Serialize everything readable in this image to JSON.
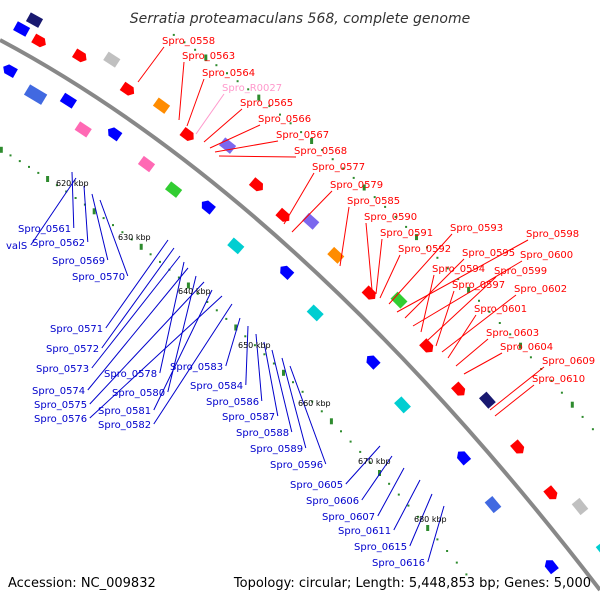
{
  "title": "Serratia proteamaculans 568, complete genome",
  "footer": {
    "accession": "Accession: NC_009832",
    "summary": "Topology: circular; Length: 5,448,853 bp; Genes: 5,000"
  },
  "colors": {
    "backbone": "#888888",
    "forward_label": "#ff0000",
    "reverse_label": "#0000cc",
    "rna_label": "#ff99cc",
    "tick_mark": "#2e8b2e"
  },
  "scale_ticks": [
    "620 kbp",
    "630 kbp",
    "640 kbp",
    "650 kbp",
    "660 kbp",
    "670 kbp",
    "680 kbp"
  ],
  "labels_forward": [
    "Spro_0558",
    "Spro_0563",
    "Spro_0564",
    "Spro_R0027",
    "Spro_0565",
    "Spro_0566",
    "Spro_0567",
    "Spro_0568",
    "Spro_0577",
    "Spro_0579",
    "Spro_0585",
    "Spro_0590",
    "Spro_0591",
    "Spro_0592",
    "Spro_0593",
    "Spro_0598",
    "Spro_0595",
    "Spro_0600",
    "Spro_0594",
    "Spro_0599",
    "Spro_0597",
    "Spro_0602",
    "Spro_0601",
    "Spro_0603",
    "Spro_0604",
    "Spro_0609",
    "Spro_0610"
  ],
  "labels_reverse": [
    "Spro_0561",
    "valS",
    "Spro_0562",
    "Spro_0569",
    "Spro_0570",
    "Spro_0571",
    "Spro_0572",
    "Spro_0573",
    "Spro_0578",
    "Spro_0574",
    "Spro_0580",
    "Spro_0575",
    "Spro_0581",
    "Spro_0576",
    "Spro_0582",
    "Spro_0583",
    "Spro_0584",
    "Spro_0586",
    "Spro_0587",
    "Spro_0588",
    "Spro_0589",
    "Spro_0596",
    "Spro_0605",
    "Spro_0606",
    "Spro_0607",
    "Spro_0611",
    "Spro_0615",
    "Spro_0616"
  ]
}
